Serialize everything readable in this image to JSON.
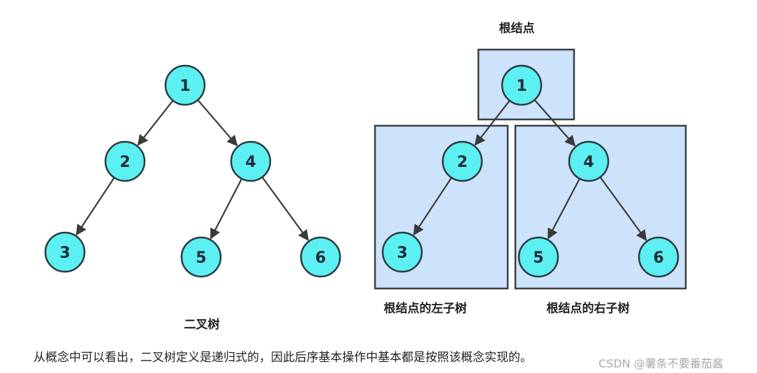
{
  "left_tree": {
    "title": "二叉树",
    "nodes": [
      {
        "id": "1",
        "label": "1"
      },
      {
        "id": "2",
        "label": "2"
      },
      {
        "id": "4",
        "label": "4"
      },
      {
        "id": "3",
        "label": "3"
      },
      {
        "id": "5",
        "label": "5"
      },
      {
        "id": "6",
        "label": "6"
      }
    ],
    "edges": [
      [
        "1",
        "2"
      ],
      [
        "1",
        "4"
      ],
      [
        "2",
        "3"
      ],
      [
        "4",
        "5"
      ],
      [
        "4",
        "6"
      ]
    ]
  },
  "right_tree": {
    "root_caption": "根结点",
    "left_subtree_caption": "根结点的左子树",
    "right_subtree_caption": "根结点的右子树",
    "nodes": [
      {
        "id": "1",
        "label": "1"
      },
      {
        "id": "2",
        "label": "2"
      },
      {
        "id": "4",
        "label": "4"
      },
      {
        "id": "3",
        "label": "3"
      },
      {
        "id": "5",
        "label": "5"
      },
      {
        "id": "6",
        "label": "6"
      }
    ],
    "edges": [
      [
        "1",
        "2"
      ],
      [
        "1",
        "4"
      ],
      [
        "2",
        "3"
      ],
      [
        "4",
        "5"
      ],
      [
        "4",
        "6"
      ]
    ]
  },
  "description": "从概念中可以看出，二叉树定义是递归式的，因此后序基本操作中基本都是按照该概念实现的。",
  "watermark": "CSDN @薯条不要番茄酱",
  "colors": {
    "node_fill": "#5cf0f3",
    "node_stroke": "#2d3a3f",
    "box_fill": "#cde3fb",
    "box_stroke": "#3a3f44",
    "edge": "#3a3a3a"
  }
}
